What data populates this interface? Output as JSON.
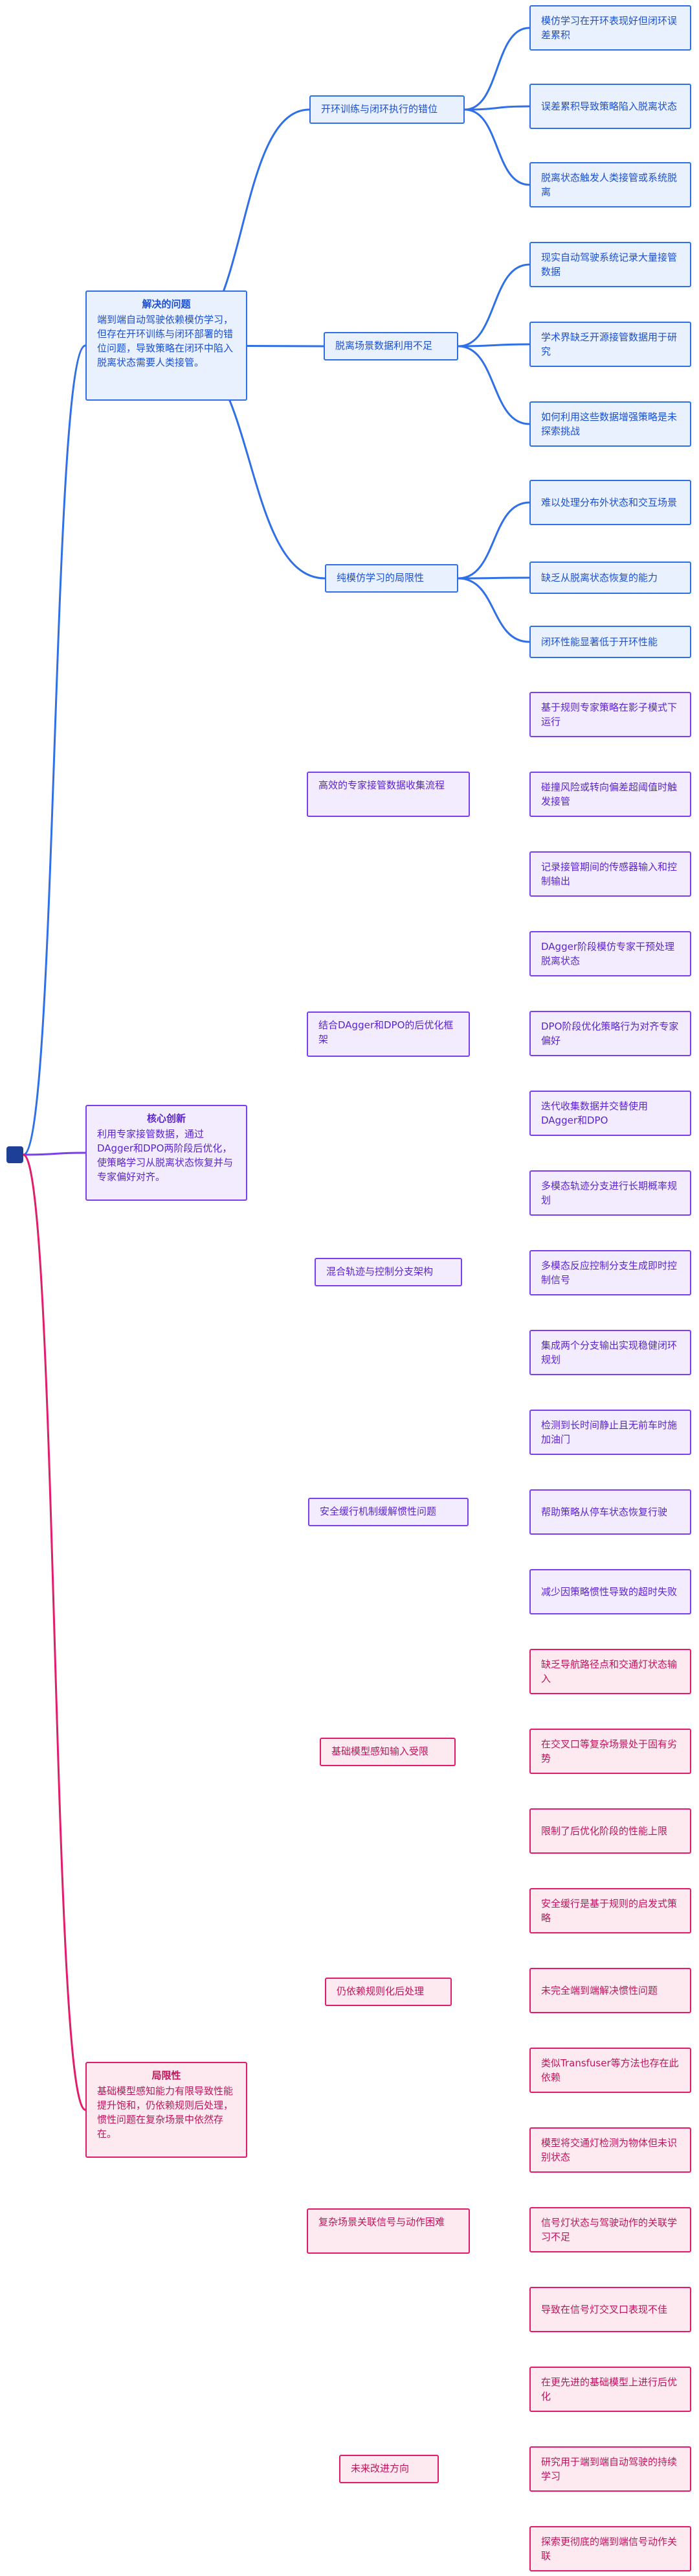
{
  "colors": {
    "blue": "#2f6fe8",
    "purple": "#7b3ef0",
    "pink": "#e21c6b",
    "root": "#1d3f96"
  },
  "sections": [
    {
      "color": "blue",
      "title": "解决的问题",
      "body": "端到端自动驾驶依赖模仿学习，但存在开环训练与闭环部署的错位问题，导致策略在闭环中陷入脱离状态需要人类接管。",
      "children": [
        {
          "label": "开环训练与闭环执行的错位",
          "leaves": [
            "模仿学习在开环表现好但闭环误差累积",
            "误差累积导致策略陷入脱离状态",
            "脱离状态触发人类接管或系统脱离"
          ]
        },
        {
          "label": "脱离场景数据利用不足",
          "leaves": [
            "现实自动驾驶系统记录大量接管数据",
            "学术界缺乏开源接管数据用于研究",
            "如何利用这些数据增强策略是未探索挑战"
          ]
        },
        {
          "label": "纯模仿学习的局限性",
          "leaves": [
            "难以处理分布外状态和交互场景",
            "缺乏从脱离状态恢复的能力",
            "闭环性能显著低于开环性能"
          ]
        }
      ]
    },
    {
      "color": "purple",
      "title": "核心创新",
      "body": "利用专家接管数据，通过DAgger和DPO两阶段后优化，使策略学习从脱离状态恢复并与专家偏好对齐。",
      "children": [
        {
          "label": "高效的专家接管数据收集流程",
          "leaves": [
            "基于规则专家策略在影子模式下运行",
            "碰撞风险或转向偏差超阈值时触发接管",
            "记录接管期间的传感器输入和控制输出"
          ]
        },
        {
          "label": "结合DAgger和DPO的后优化框架",
          "leaves": [
            "DAgger阶段模仿专家干预处理脱离状态",
            "DPO阶段优化策略行为对齐专家偏好",
            "迭代收集数据并交替使用DAgger和DPO"
          ]
        },
        {
          "label": "混合轨迹与控制分支架构",
          "leaves": [
            "多模态轨迹分支进行长期概率规划",
            "多模态反应控制分支生成即时控制信号",
            "集成两个分支输出实现稳健闭环规划"
          ]
        },
        {
          "label": "安全缓行机制缓解惯性问题",
          "leaves": [
            "检测到长时间静止且无前车时施加油门",
            "帮助策略从停车状态恢复行驶",
            "减少因策略惯性导致的超时失败"
          ]
        }
      ]
    },
    {
      "color": "pink",
      "title": "局限性",
      "body": "基础模型感知能力有限导致性能提升饱和，仍依赖规则后处理，惯性问题在复杂场景中依然存在。",
      "children": [
        {
          "label": "基础模型感知输入受限",
          "leaves": [
            "缺乏导航路径点和交通灯状态输入",
            "在交叉口等复杂场景处于固有劣势",
            "限制了后优化阶段的性能上限"
          ]
        },
        {
          "label": "仍依赖规则化后处理",
          "leaves": [
            "安全缓行是基于规则的启发式策略",
            "未完全端到端解决惯性问题",
            "类似Transfuser等方法也存在此依赖"
          ]
        },
        {
          "label": "复杂场景关联信号与动作困难",
          "leaves": [
            "模型将交通灯检测为物体但未识别状态",
            "信号灯状态与驾驶动作的关联学习不足",
            "导致在信号灯交叉口表现不佳"
          ]
        },
        {
          "label": "未来改进方向",
          "leaves": [
            "在更先进的基础模型上进行后优化",
            "研究用于端到端自动驾驶的持续学习",
            "探索更彻底的端到端信号动作关联"
          ]
        }
      ]
    }
  ]
}
